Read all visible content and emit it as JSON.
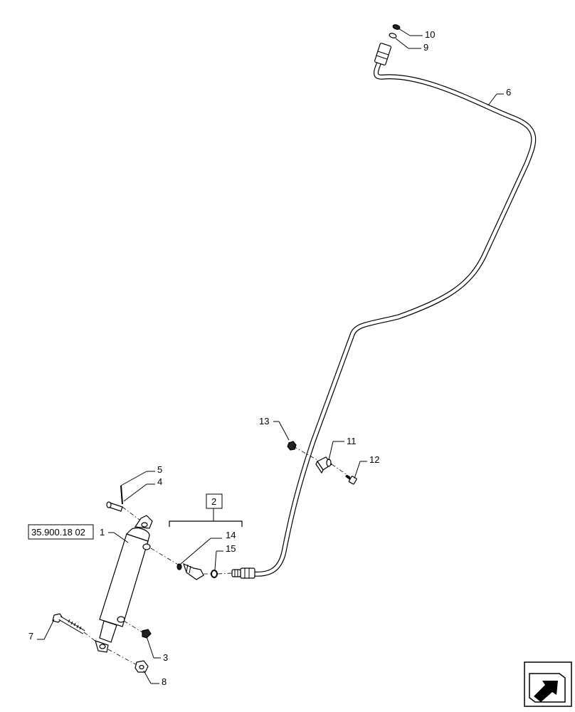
{
  "callouts": [
    "1",
    "2",
    "3",
    "4",
    "5",
    "6",
    "7",
    "8",
    "9",
    "10",
    "11",
    "12",
    "13",
    "14",
    "15"
  ],
  "reference_box": "35.900.18 02",
  "nav_icon": "arrow-navigation-icon"
}
